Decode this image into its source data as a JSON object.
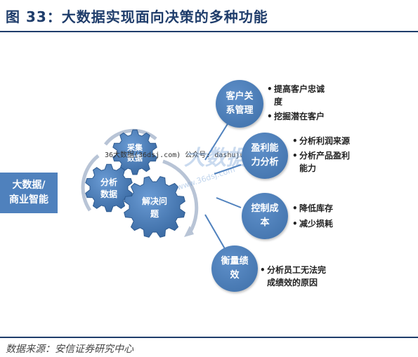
{
  "title": "图 33：大数据实现面向决策的多种功能",
  "source": "数据来源：安信证券研究中心",
  "left_box": [
    "大数据/",
    "商业智能"
  ],
  "gears": {
    "collect": [
      "采集",
      "数据"
    ],
    "analyze": [
      "分析",
      "数据"
    ],
    "solve": [
      "解决问",
      "题"
    ]
  },
  "circles": {
    "crm": [
      "客户关",
      "系管理"
    ],
    "profit": [
      "盈利能",
      "力分析"
    ],
    "cost": [
      "控制成",
      "本"
    ],
    "perf": [
      "衡量绩",
      "效"
    ]
  },
  "bullets": {
    "crm": [
      "提高客户忠诚",
      "度",
      "挖掘潜在客户"
    ],
    "profit": [
      "分析利润来源",
      "分析产品盈利",
      "能力"
    ],
    "cost": [
      "降低库存",
      "减少损耗"
    ],
    "perf": [
      "分析员工无法完",
      "成绩效的原因"
    ]
  },
  "watermark": {
    "text": "36大数据(36dsj.com) 公众号: dashuju36",
    "logo": "大数据",
    "url": "www.36dsj.com"
  },
  "colors": {
    "accent": "#4F81BD",
    "title": "#1F3D6B",
    "connector": "#4F81BD"
  }
}
